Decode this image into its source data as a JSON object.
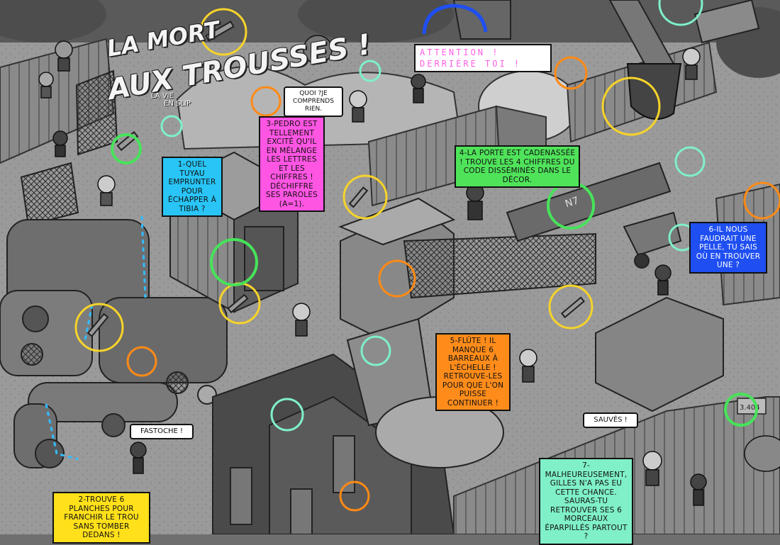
{
  "title": {
    "line1": "LA MORT",
    "line2": "AUX TROUSSES !",
    "subtitle_line1": "LA VIE",
    "subtitle_line2": "EN SLIP"
  },
  "speech": {
    "attention_line1": "ATTENTION !",
    "attention_line2": "DERRIÈRE TOI !",
    "quoi": "QUOI ?JE COMPRENDS RIEN.",
    "fastoche": "FASTOCHE !",
    "sauves": "SAUVÉS !"
  },
  "clues": [
    {
      "id": "1",
      "text": "1-QUEL TUYAU EMPRUNTER POUR ÉCHAPPER À TIBIA ?",
      "color": "#29c5f6"
    },
    {
      "id": "2",
      "text": "2-TROUVE 6 PLANCHES POUR FRANCHIR LE TROU SANS TOMBER DEDANS !",
      "color": "#ffe01a"
    },
    {
      "id": "3",
      "text": "3-PEDRO EST TELLEMENT EXCITÉ QU'IL EN MÉLANGE LES LETTRES ET LES CHIFFRES ! DÉCHIFFRE SES PAROLES (A=1).",
      "color": "#ff55e3"
    },
    {
      "id": "4",
      "text": "4-LA PORTE EST CADENASSÉE ! TROUVE LES 4 CHIFFRES DU CODE DISSÉMINÉS DANS LE DÉCOR.",
      "color": "#4fe35a"
    },
    {
      "id": "5",
      "text": "5-FLÛTE ! IL MANQUE 6 BARREAUX À L'ÉCHELLE ! RETROUVE-LES POUR QUE L'ON PUISSE CONTINUER !",
      "color": "#ff8c1a"
    },
    {
      "id": "6",
      "text": "6-IL NOUS FAUDRAIT UNE PELLE, TU SAIS OÙ EN TROUVER UNE ?",
      "color": "#1f4ff2"
    },
    {
      "id": "7",
      "text": "7-MALHEUREUSEMENT, GILLES N'A PAS EU CETTE CHANCE. SAURAS-TU RETROUVER SES 6 MORCEAUX ÉPARPILLÉS PARTOUT ?",
      "color": "#7ff0c8"
    }
  ],
  "scene_marks": {
    "tank_label": "N7",
    "truck_label": "3.404"
  },
  "colors": {
    "yellow": "#f6d32a",
    "orange": "#ff8a16",
    "green": "#47e35a",
    "mint": "#7ff0c8",
    "blue": "#1f4ff2",
    "pipe_path": "#33bbff"
  }
}
